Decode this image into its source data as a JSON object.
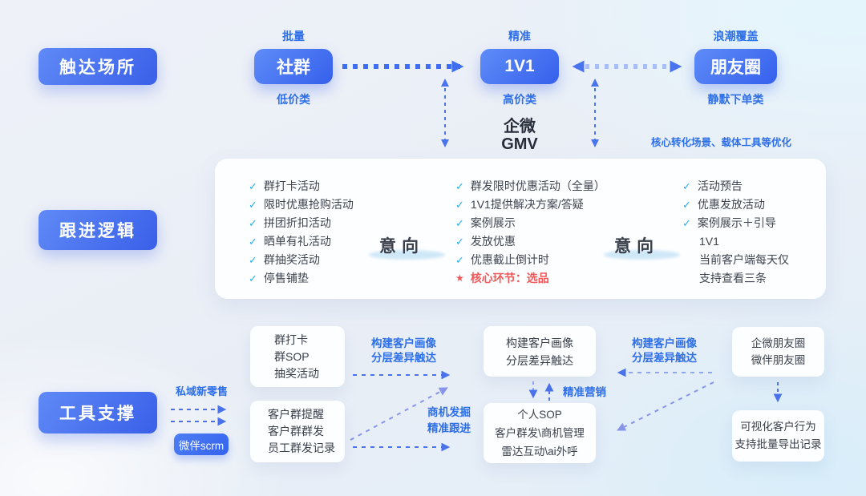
{
  "palette": {
    "accent_blue": "#3a5fe9",
    "accent_blue_light": "#5f8cf8",
    "label_blue": "#2e6fe8",
    "check_cyan": "#29aef2",
    "alert_red": "#f25757",
    "text_dark": "#272d38",
    "arrow_blue": "#4a72ea",
    "arrow_light": "#a9bdf6",
    "arrow_purple": "#8894ea",
    "panel_white": "#fdfeff"
  },
  "icons": {
    "check": "✓",
    "star": "★"
  },
  "reach": {
    "section_label": "触达场所",
    "nodes": [
      {
        "above": "批量",
        "label": "社群",
        "below": "低价类"
      },
      {
        "above": "精准",
        "label": "1V1",
        "below": "高价类"
      },
      {
        "above": "浪潮覆盖",
        "label": "朋友圈",
        "below": "静默下单类"
      }
    ],
    "gmv": [
      "企微",
      "GMV"
    ],
    "note": "核心转化场景、载体工具等优化"
  },
  "follow": {
    "section_label": "跟进逻辑",
    "col1": [
      "群打卡活动",
      "限时优惠抢购活动",
      "拼团折扣活动",
      "晒单有礼活动",
      "群抽奖活动",
      "停售铺垫"
    ],
    "intent1": "意向",
    "col2": [
      "群发限时优惠活动（全量）",
      "1V1提供解决方案/答疑",
      "案例展示",
      "发放优惠",
      "优惠截止倒计时"
    ],
    "col2_core": "核心环节：选品",
    "intent2": "意向",
    "col3_checked": [
      "活动预告",
      "优惠发放活动",
      "案例展示＋引导"
    ],
    "col3_plain": [
      "1V1",
      "当前客户端每天仅",
      "支持查看三条"
    ]
  },
  "tools": {
    "section_label": "工具支撑",
    "private_retail_label": "私域新零售",
    "scrm_badge": "微伴scrm",
    "group_tools_box": [
      "群打卡",
      "群SOP",
      "抽奖活动"
    ],
    "customer_group_box": [
      "客户群提醒",
      "客户群群发",
      "员工群发记录"
    ],
    "profile_label_left": [
      "构建客户画像",
      "分层差异触达"
    ],
    "opportunity_label": [
      "商机发掘",
      "精准跟进"
    ],
    "profile_box": [
      "构建客户画像",
      "分层差异触达"
    ],
    "precision_marketing_label": "精准营销",
    "personal_sop_box": [
      "个人SOP",
      "客户群发\\商机管理",
      "雷达互动\\ai外呼"
    ],
    "profile_label_right": [
      "构建客户画像",
      "分层差异触达"
    ],
    "moments_box": [
      "企微朋友圈",
      "微伴朋友圈"
    ],
    "visualize_box": [
      "可视化客户行为",
      "支持批量导出记录"
    ]
  }
}
